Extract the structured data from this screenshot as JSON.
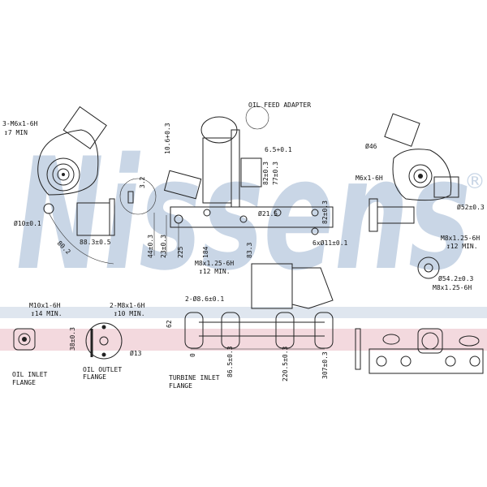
{
  "brand": {
    "watermark": "Nissens",
    "registered_mark": "®",
    "watermark_color": "#c9d6e6",
    "band_blue": "#dfe6ef",
    "band_pink": "#f3d9de"
  },
  "labels": {
    "thread_left": "3-M6x1-6H",
    "depth_left": "↧7 MIN",
    "dia_10": "Ø10±0.1",
    "dim_88": "88.3±0.5",
    "dim_80": "80.2",
    "dim_3_2": "3.2",
    "dim_44": "44±0.3",
    "dim_23": "23±0.3",
    "dim_225": "225",
    "dim_184": "184",
    "dim_10_6": "10.6+0.3",
    "thread_m8_center": "M8x1.25-6H",
    "depth_12_center": "↧12 MIN.",
    "dim_83_3": "83.3",
    "dim_21_5": "Ø21.5",
    "dim_6_5": "6.5+0.1",
    "dim_82": "82±0.3",
    "dim_77": "77±0.3",
    "dim_82_3": "82±0.3",
    "holes_6x11": "6xØ11±0.1",
    "oil_feed_adapter": "OIL FEED ADAPTER",
    "dia_46": "Ø46",
    "thread_m6_right": "M6x1-6H",
    "dia_52": "Ø52±0.3",
    "thread_m8_right": "M8x1.25-6H",
    "depth_12_right": "↧12 MIN.",
    "dia_54_2": "Ø54.2±0.3",
    "thread_m8_bottom": "M8x1.25-6H",
    "thread_m10": "M10x1-6H",
    "depth_14": "↧14 MIN.",
    "thread_2m8": "2-M8x1-6H",
    "depth_10": "↧10 MIN.",
    "dim_38": "38±0.3",
    "dia_13": "Ø13",
    "holes_2x8_6": "2-Ø8.6±0.1",
    "dim_62": "62",
    "pos_0": "0",
    "pos_86_5": "86.5±0.3",
    "pos_220_5": "220.5±0.3",
    "pos_307": "307±0.3",
    "oil_inlet_flange": [
      "OIL INLET",
      "FLANGE"
    ],
    "oil_outlet_flange": [
      "OIL OUTLET",
      "FLANGE"
    ],
    "turbine_inlet_flange": [
      "TURBINE INLET",
      "FLANGE"
    ]
  }
}
